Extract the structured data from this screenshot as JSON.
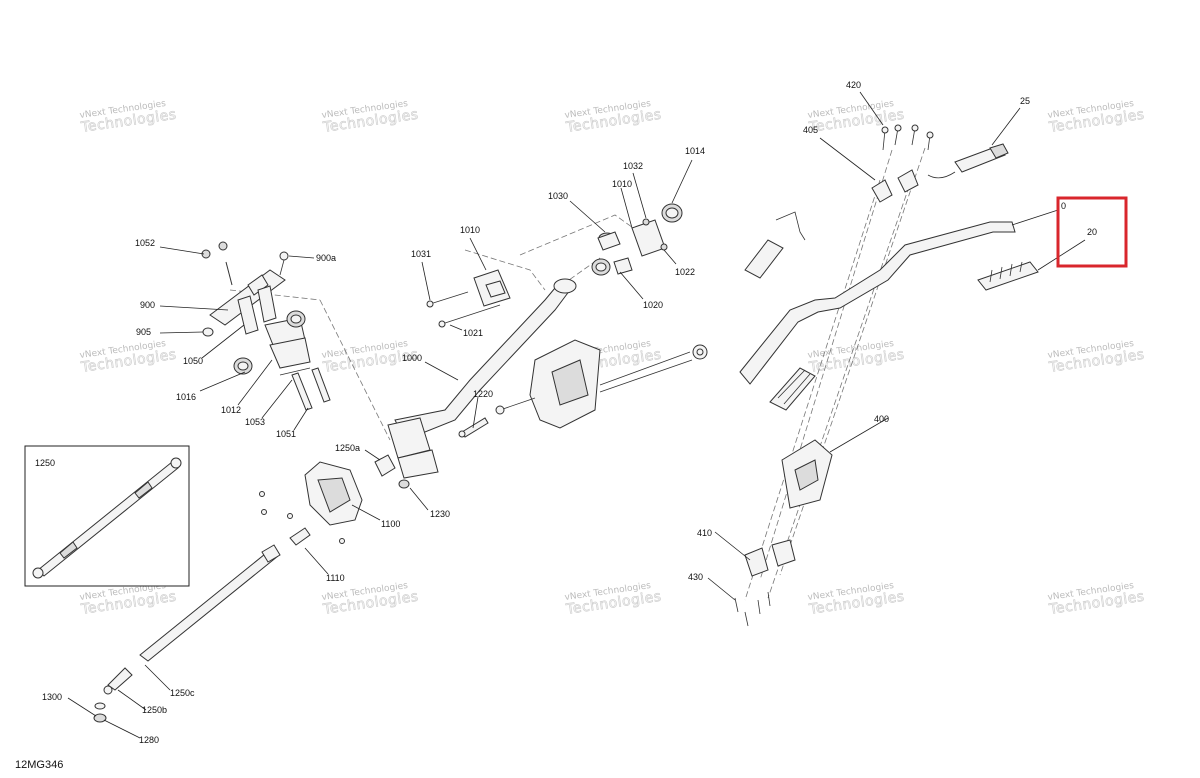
{
  "diagram_id": "12MG346",
  "watermark": {
    "line1": "vNext Technologies",
    "line2": "Technologies"
  },
  "labels": {
    "l420": "420",
    "l25": "25",
    "l405": "405",
    "l0": "0",
    "l20": "20",
    "l1014": "1014",
    "l1032": "1032",
    "l1010a": "1010",
    "l1030": "1030",
    "l1010b": "1010",
    "l1031": "1031",
    "l1022": "1022",
    "l1020": "1020",
    "l1021": "1021",
    "l1052": "1052",
    "l900a": "900a",
    "l900": "900",
    "l905": "905",
    "l1050": "1050",
    "l1016": "1016",
    "l1012": "1012",
    "l1053": "1053",
    "l1051": "1051",
    "l1000": "1000",
    "l1220": "1220",
    "l1250a": "1250a",
    "l1230": "1230",
    "l1100": "1100",
    "l1110": "1110",
    "l1250": "1250",
    "l1300": "1300",
    "l1250b": "1250b",
    "l1250c": "1250c",
    "l1280": "1280",
    "l400": "400",
    "l410": "410",
    "l430": "430"
  },
  "highlight_color": "#d9262c"
}
